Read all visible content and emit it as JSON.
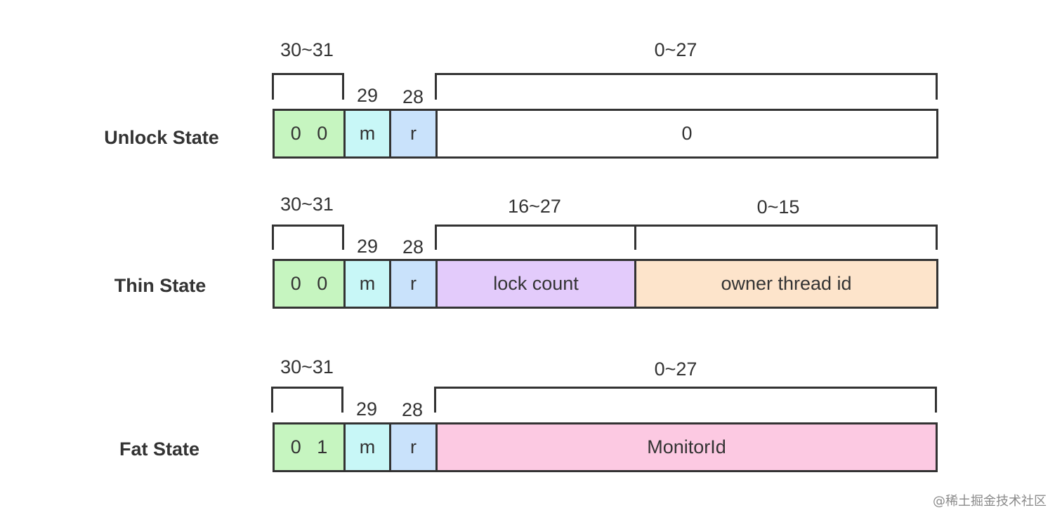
{
  "colors": {
    "lock_bits": "#c6f5c0",
    "m_bit": "#c8f7f7",
    "r_bit": "#c9e2fb",
    "lock_count": "#e3cbfb",
    "owner_thread": "#fde4cb",
    "monitor_id": "#fcc9e2",
    "empty": "#ffffff",
    "border": "#333333"
  },
  "unlock": {
    "label": "Unlock State",
    "range_hi": "30~31",
    "bit_m": "29",
    "bit_r": "28",
    "range_lo": "0~27",
    "lock_bits": "0   0",
    "m": "m",
    "r": "r",
    "value": "0"
  },
  "thin": {
    "label": "Thin State",
    "range_hi": "30~31",
    "bit_m": "29",
    "bit_r": "28",
    "range_mid": "16~27",
    "range_lo": "0~15",
    "lock_bits": "0   0",
    "m": "m",
    "r": "r",
    "lock_count": "lock count",
    "owner": "owner thread id"
  },
  "fat": {
    "label": "Fat State",
    "range_hi": "30~31",
    "bit_m": "29",
    "bit_r": "28",
    "range_lo": "0~27",
    "lock_bits": "0   1",
    "m": "m",
    "r": "r",
    "value": "MonitorId"
  },
  "watermark": "@稀土掘金技术社区"
}
